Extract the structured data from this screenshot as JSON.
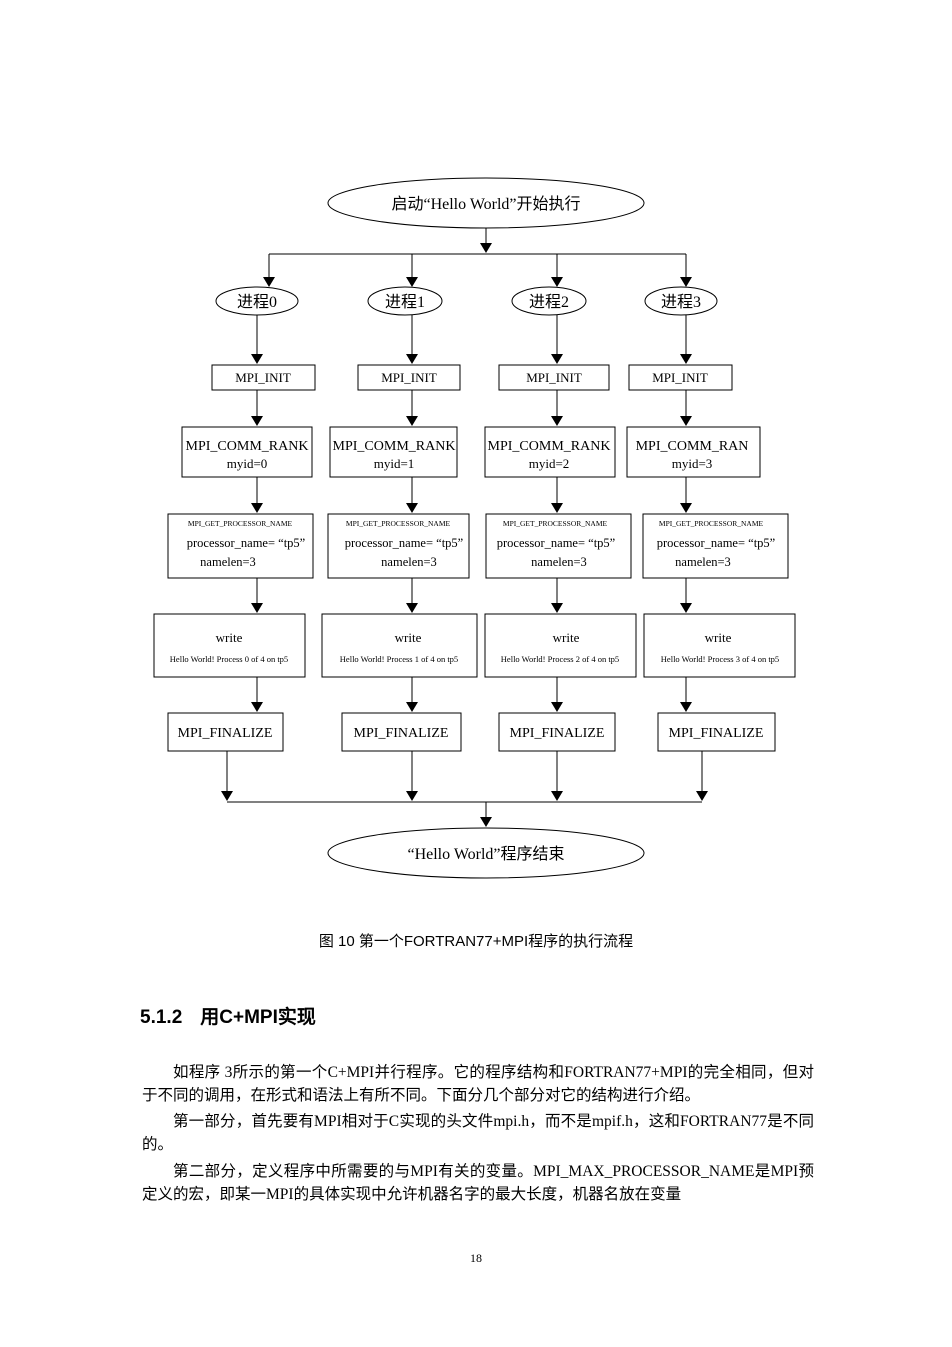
{
  "diagram": {
    "start": "启动“Hello World”开始执行",
    "end": "“Hello World”程序结束",
    "processes": [
      {
        "label": "进程0",
        "init": "MPI_INIT",
        "rank_l1": "MPI_COMM_RANK",
        "rank_l2": "myid=0",
        "getname_title": "MPI_GET_PROCESSOR_NAME",
        "getname_l1": "processor_name= “tp5”",
        "getname_l2": "namelen=3",
        "write_l1": "write",
        "write_l2": "Hello World! Process 0 of 4 on tp5",
        "finalize": "MPI_FINALIZE"
      },
      {
        "label": "进程1",
        "init": "MPI_INIT",
        "rank_l1": "MPI_COMM_RANK",
        "rank_l2": "myid=1",
        "getname_title": "MPI_GET_PROCESSOR_NAME",
        "getname_l1": "processor_name= “tp5”",
        "getname_l2": "namelen=3",
        "write_l1": "write",
        "write_l2": "Hello World! Process 1 of 4 on tp5",
        "finalize": "MPI_FINALIZE"
      },
      {
        "label": "进程2",
        "init": "MPI_INIT",
        "rank_l1": "MPI_COMM_RANK",
        "rank_l2": "myid=2",
        "getname_title": "MPI_GET_PROCESSOR_NAME",
        "getname_l1": "processor_name= “tp5”",
        "getname_l2": "namelen=3",
        "write_l1": "write",
        "write_l2": "Hello World! Process 2 of 4 on tp5",
        "finalize": "MPI_FINALIZE"
      },
      {
        "label": "进程3",
        "init": "MPI_INIT",
        "rank_l1": "MPI_COMM_RAN",
        "rank_l2": "myid=3",
        "getname_title": "MPI_GET_PROCESSOR_NAME",
        "getname_l1": "processor_name= “tp5”",
        "getname_l2": "namelen=3",
        "write_l1": "write",
        "write_l2": "Hello World! Process 3 of 4 on tp5",
        "finalize": "MPI_FINALIZE"
      }
    ]
  },
  "caption": "图 10 第一个FORTRAN77+MPI程序的执行流程",
  "section": {
    "number": "5.1.2",
    "title": "用C+MPI实现"
  },
  "paragraphs": [
    "如程序 3所示的第一个C+MPI并行程序。它的程序结构和FORTRAN77+MPI的完全相同，但对于不同的调用，在形式和语法上有所不同。下面分几个部分对它的结构进行介绍。",
    "第一部分，首先要有MPI相对于C实现的头文件mpi.h，而不是mpif.h，这和FORTRAN77是不同的。",
    "第二部分，定义程序中所需要的与MPI有关的变量。MPI_MAX_PROCESSOR_NAME是MPI预定义的宏，即某一MPI的具体实现中允许机器名字的最大长度，机器名放在变量"
  ],
  "page_number": "18"
}
